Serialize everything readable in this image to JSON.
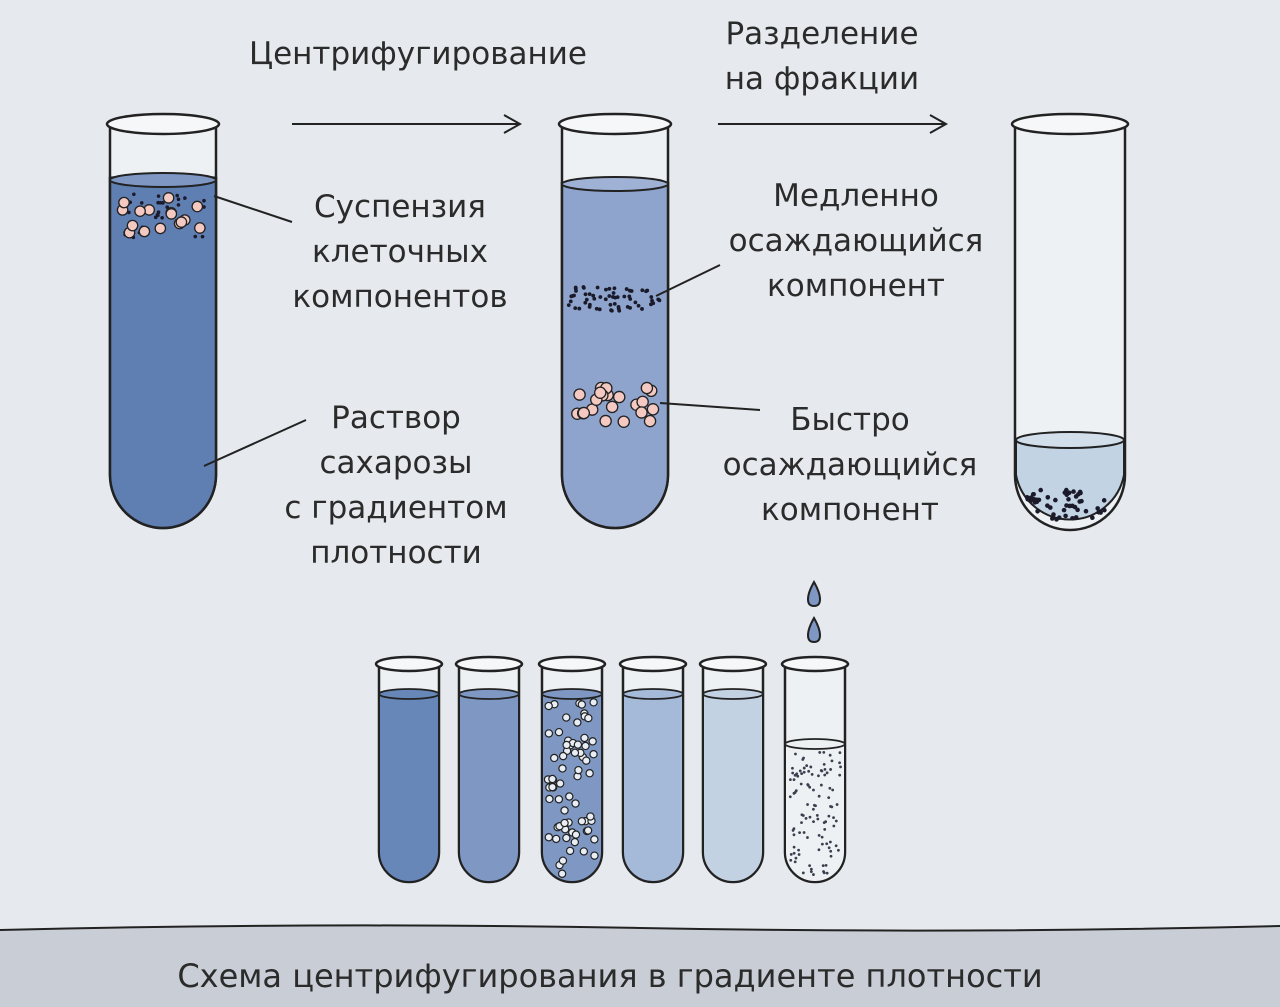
{
  "labels": {
    "centrifugation": "Центрифугирование",
    "separation_line1": "Разделение",
    "separation_line2": "на фракции",
    "suspension_line1": "Суспензия",
    "suspension_line2": "клеточных",
    "suspension_line3": "компонентов",
    "sucrose_line1": "Раствор",
    "sucrose_line2": "сахарозы",
    "sucrose_line3": "с градиентом",
    "sucrose_line4": "плотности",
    "slow_line1": "Медленно",
    "slow_line2": "осаждающийся",
    "slow_line3": "компонент",
    "fast_line1": "Быстро",
    "fast_line2": "осаждающийся",
    "fast_line3": "компонент"
  },
  "caption": "Схема центрифугирования в градиенте плотности",
  "colors": {
    "background": "#e6e9ed",
    "bottom_band": "#c9ced6",
    "liquid_dark": "#6787b8",
    "liquid_mid": "#8fa5cc",
    "liquid_light": "#c2d2e2",
    "cells": "#f3c9c1",
    "particles": "#1a1a2a"
  }
}
